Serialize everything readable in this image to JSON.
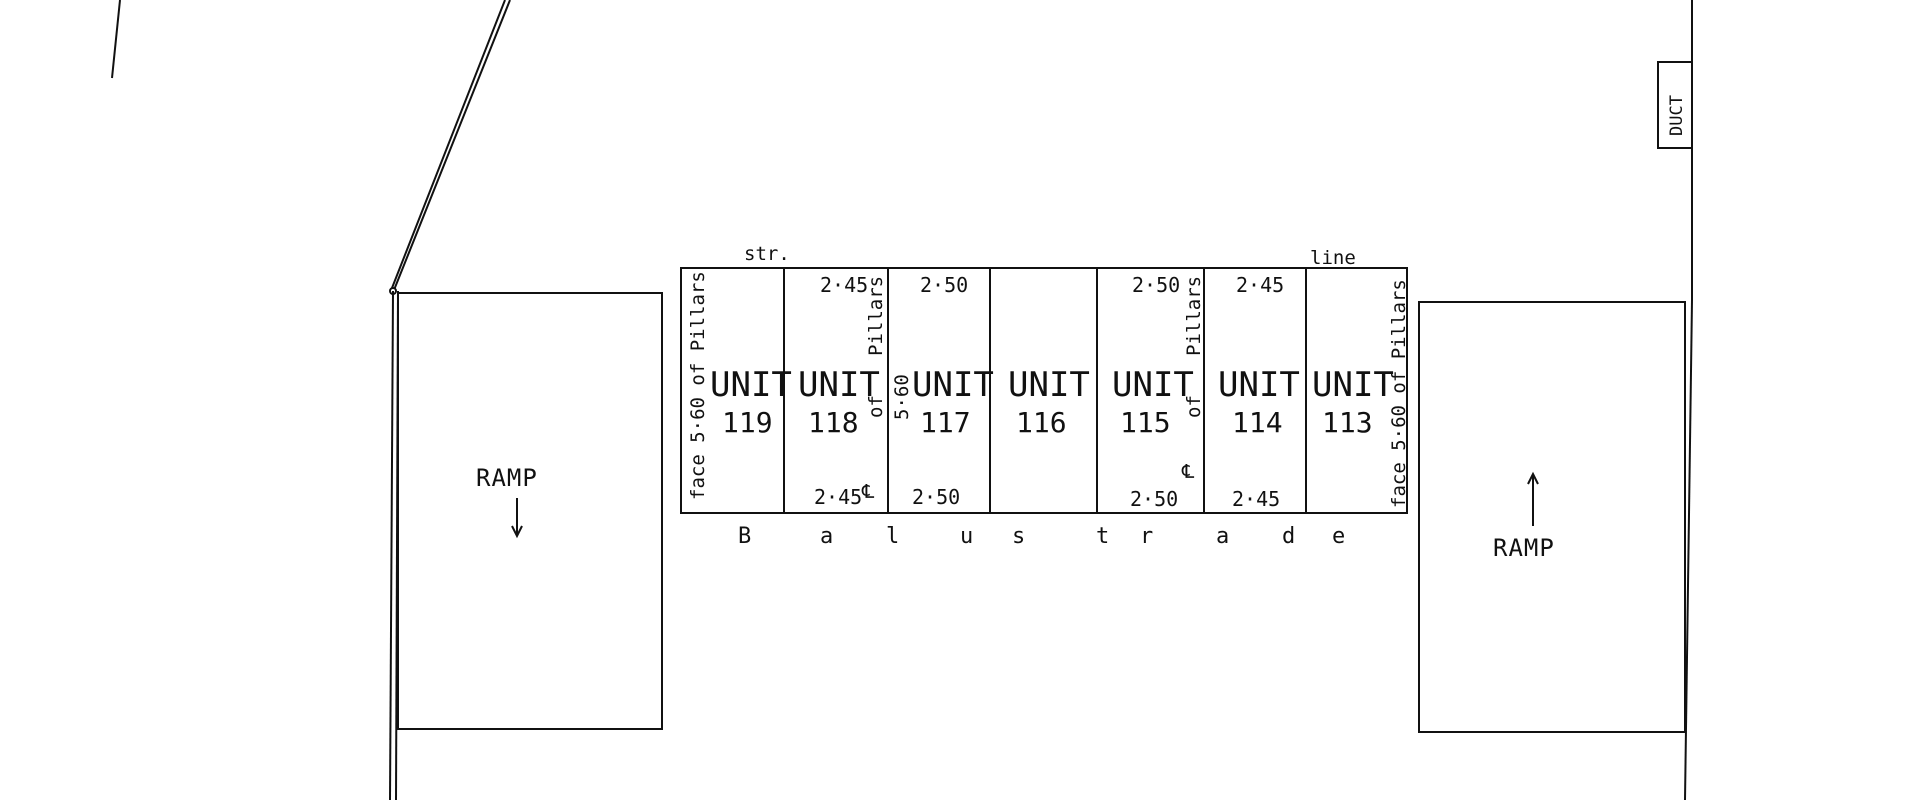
{
  "labels": {
    "str": "str.",
    "line": "line",
    "duct": "DUCT",
    "face_of_pillars_left": "face 5·60 of Pillars",
    "face_of_pillars_right": "face 5·60 of Pillars",
    "pillars_118": "Pillars",
    "of_118": "of",
    "of_5_60_117": "5·60",
    "pillars_115": "Pillars",
    "of_115": "of"
  },
  "ramps": [
    {
      "label": "RAMP",
      "arrow": "down"
    },
    {
      "label": "RAMP",
      "arrow": "up"
    }
  ],
  "balustrade_letters": [
    "B",
    "a",
    "l",
    "u",
    "s",
    "t",
    "r",
    "a",
    "d",
    "e"
  ],
  "units": [
    {
      "word": "UNIT",
      "number": "119",
      "top_dim": "",
      "bottom_dim": ""
    },
    {
      "word": "UNIT",
      "number": "118",
      "top_dim": "2·45",
      "bottom_dim": "2·45"
    },
    {
      "word": "UNIT",
      "number": "117",
      "top_dim": "2·50",
      "bottom_dim": "2·50"
    },
    {
      "word": "UNIT",
      "number": "116",
      "top_dim": "",
      "bottom_dim": ""
    },
    {
      "word": "UNIT",
      "number": "115",
      "top_dim": "2·50",
      "bottom_dim": "2·50"
    },
    {
      "word": "UNIT",
      "number": "114",
      "top_dim": "2·45",
      "bottom_dim": "2·45"
    },
    {
      "word": "UNIT",
      "number": "113",
      "top_dim": "",
      "bottom_dim": ""
    }
  ]
}
